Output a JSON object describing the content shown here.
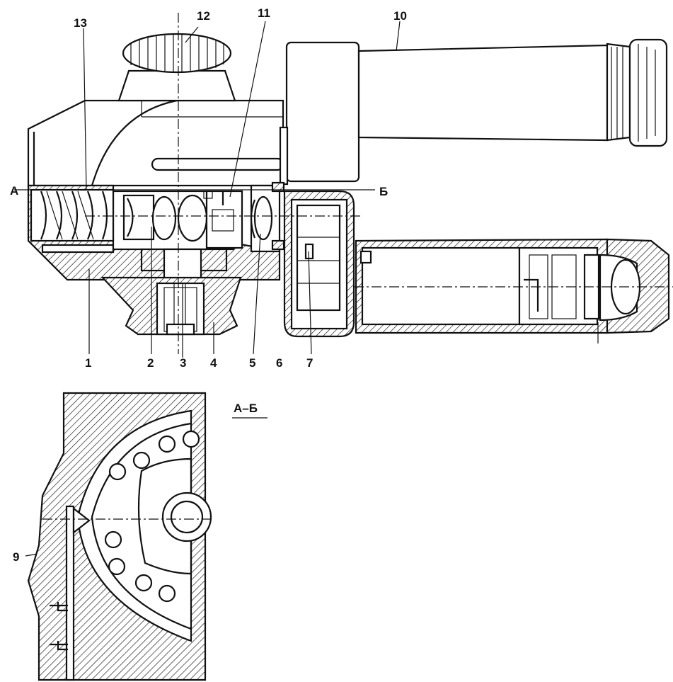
{
  "labels": {
    "l1": "1",
    "l2": "2",
    "l3": "3",
    "l4": "4",
    "l5": "5",
    "l6": "6",
    "l7": "7",
    "l9": "9",
    "l10": "10",
    "l11": "11",
    "l12": "12",
    "l13": "13",
    "sectionA": "А",
    "sectionB": "Б",
    "sectionTitle": "А–Б"
  }
}
